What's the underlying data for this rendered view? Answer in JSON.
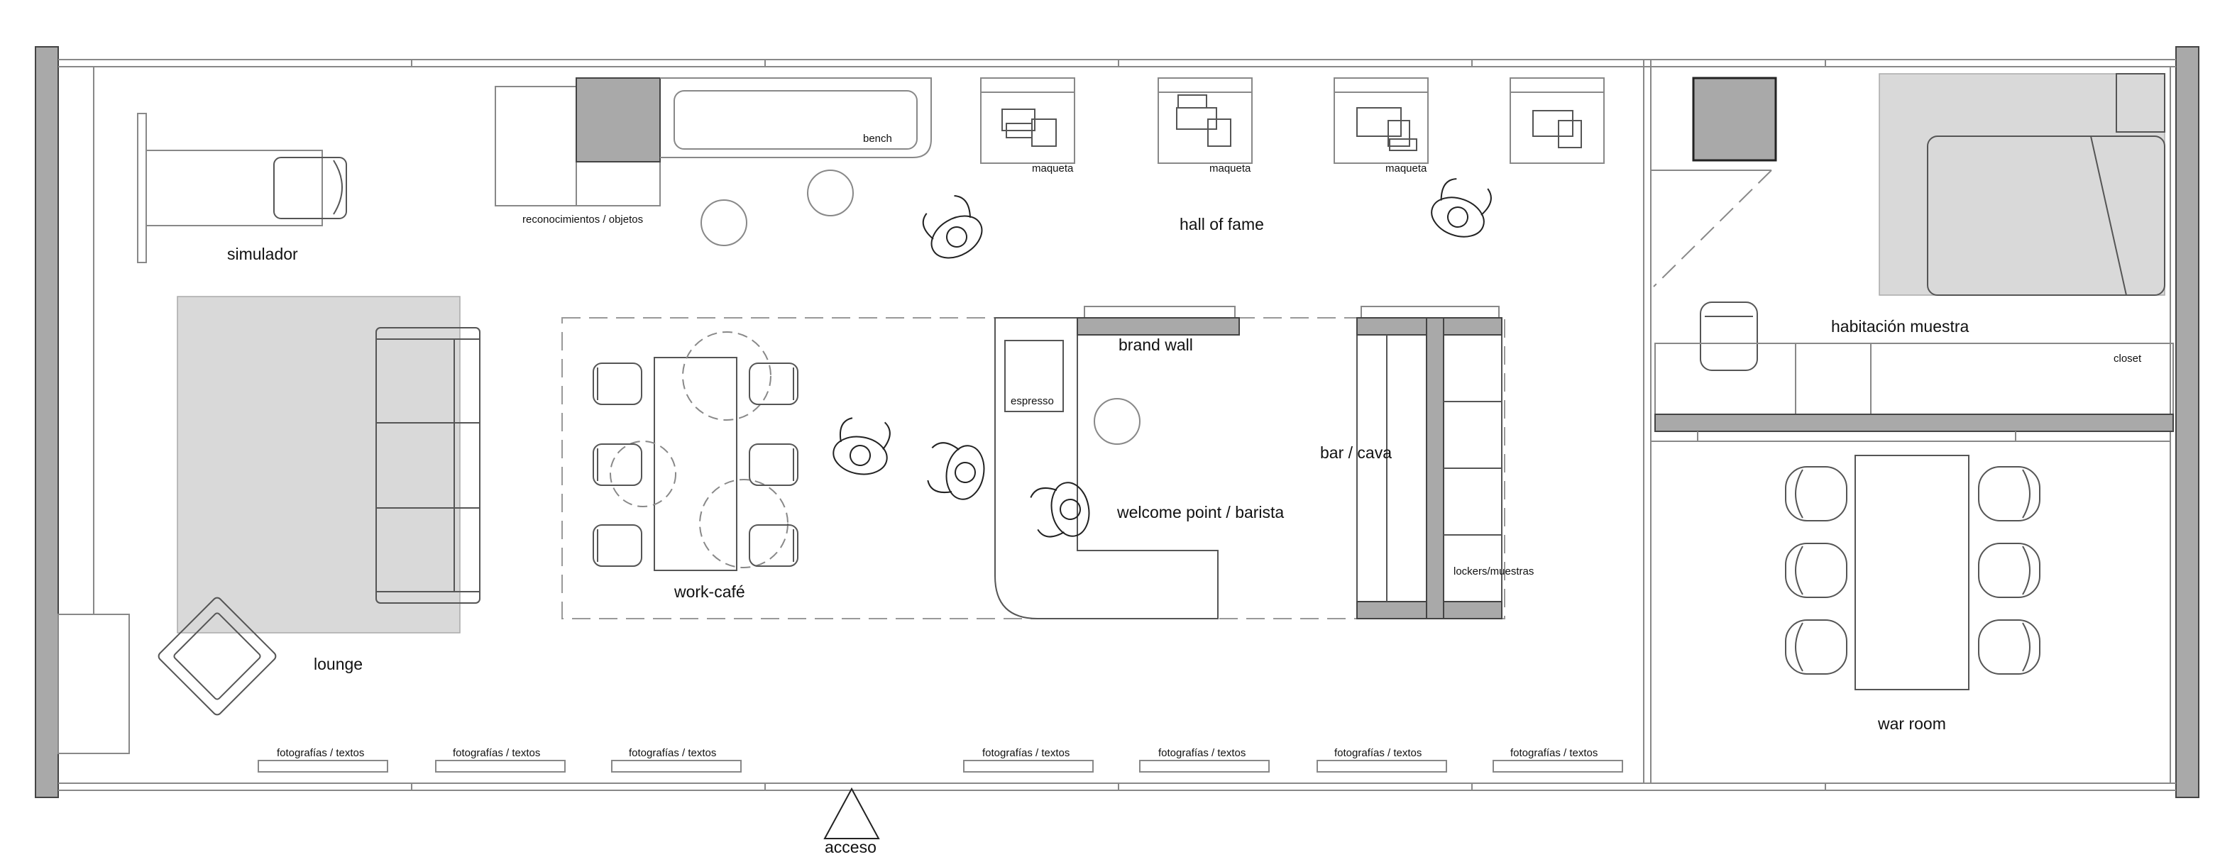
{
  "labels": {
    "simulador": "simulador",
    "lounge": "lounge",
    "reconocimientos": "reconocimientos / objetos",
    "bench": "bench",
    "maqueta_1": "maqueta",
    "maqueta_2": "maqueta",
    "maqueta_3": "maqueta",
    "hall_of_fame": "hall of fame",
    "brand_wall": "brand wall",
    "espresso": "espresso",
    "welcome_point": "welcome point / barista",
    "bar_cava": "bar / cava",
    "lockers": "lockers/muestras",
    "work_cafe": "work-café",
    "habitacion": "habitación muestra",
    "closet": "closet",
    "war_room": "war room",
    "acceso": "acceso"
  },
  "photo_captions": [
    "fotografías / textos",
    "fotografías / textos",
    "fotografías / textos",
    "fotografías / textos",
    "fotografías / textos",
    "fotografías / textos",
    "fotografías / textos"
  ],
  "colors": {
    "wall_fill": "#a9a9a9",
    "zone_fill": "#d9d9d9",
    "line": "#888888",
    "dark_line": "#222222"
  }
}
